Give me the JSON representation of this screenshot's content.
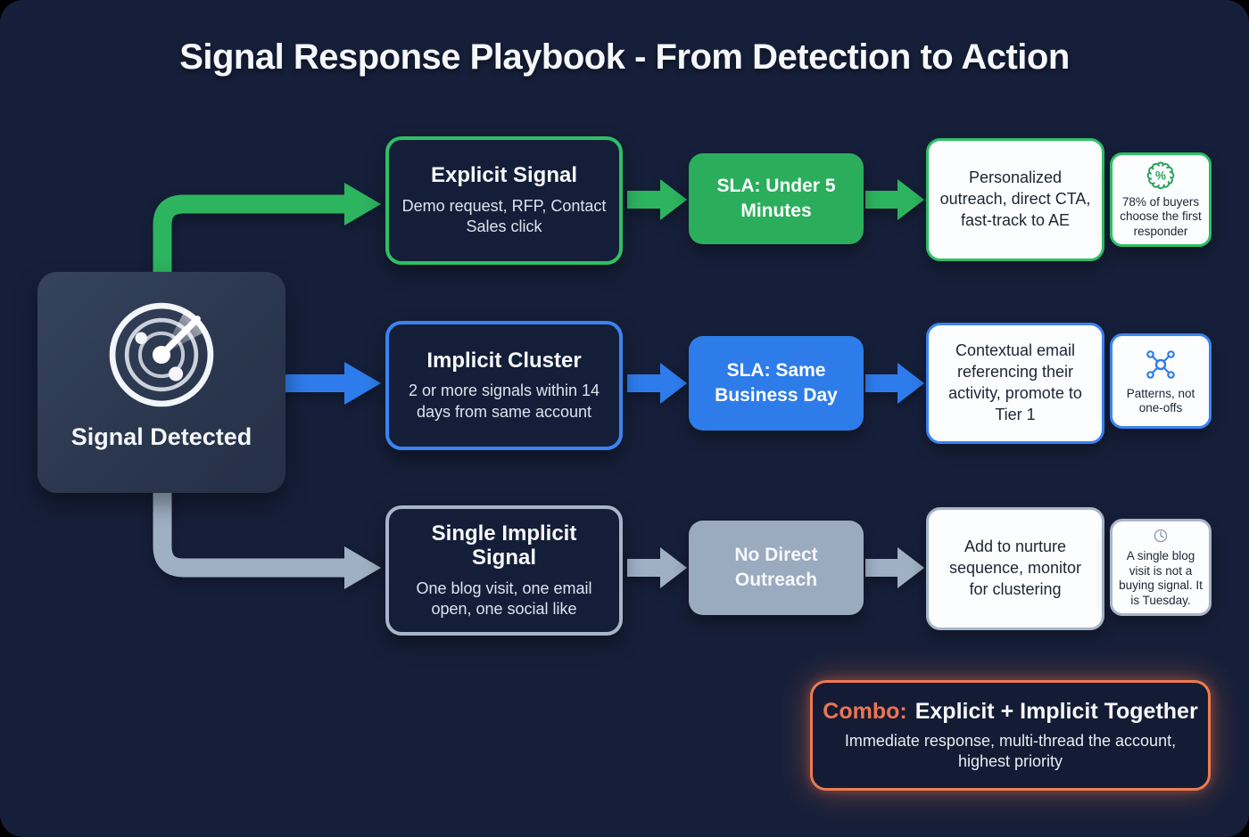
{
  "title": "Signal Response Playbook - From Detection to Action",
  "colors": {
    "background": "#161f39",
    "green": "#2bae5c",
    "blue": "#2e7ce9",
    "gray": "#9aaabf",
    "orange": "#ee7a50",
    "card_white": "#fcfdfe"
  },
  "hub": {
    "label": "Signal Detected",
    "icon": "radar-icon"
  },
  "rows": [
    {
      "name": "explicit-signal",
      "accent": "#2ebf66",
      "signal": {
        "title": "Explicit Signal",
        "desc": "Demo request, RFP, Contact Sales click"
      },
      "sla": "SLA: Under 5 Minutes",
      "action": "Personalized outreach, direct CTA, fast-track to AE",
      "badge": {
        "icon": "percent-seal-icon",
        "text": "78% of buyers choose the first responder"
      }
    },
    {
      "name": "implicit-cluster",
      "accent": "#3b83f1",
      "signal": {
        "title": "Implicit Cluster",
        "desc": "2 or more signals within 14 days from same account"
      },
      "sla": "SLA: Same Business Day",
      "action": "Contextual email referencing their activity, promote to Tier 1",
      "badge": {
        "icon": "network-icon",
        "text": "Patterns, not one-offs"
      }
    },
    {
      "name": "single-implicit-signal",
      "accent": "#a7b5c8",
      "signal": {
        "title": "Single Implicit Signal",
        "desc": "One blog visit, one email open, one social like"
      },
      "sla": "No Direct Outreach",
      "action": "Add to nurture sequence, monitor for clustering",
      "badge": {
        "icon": "clock-icon",
        "text": "A single blog visit is not a buying signal. It is Tuesday."
      }
    }
  ],
  "combo": {
    "label": "Combo:",
    "title": "Explicit + Implicit Together",
    "desc": "Immediate response, multi-thread the account, highest priority"
  }
}
